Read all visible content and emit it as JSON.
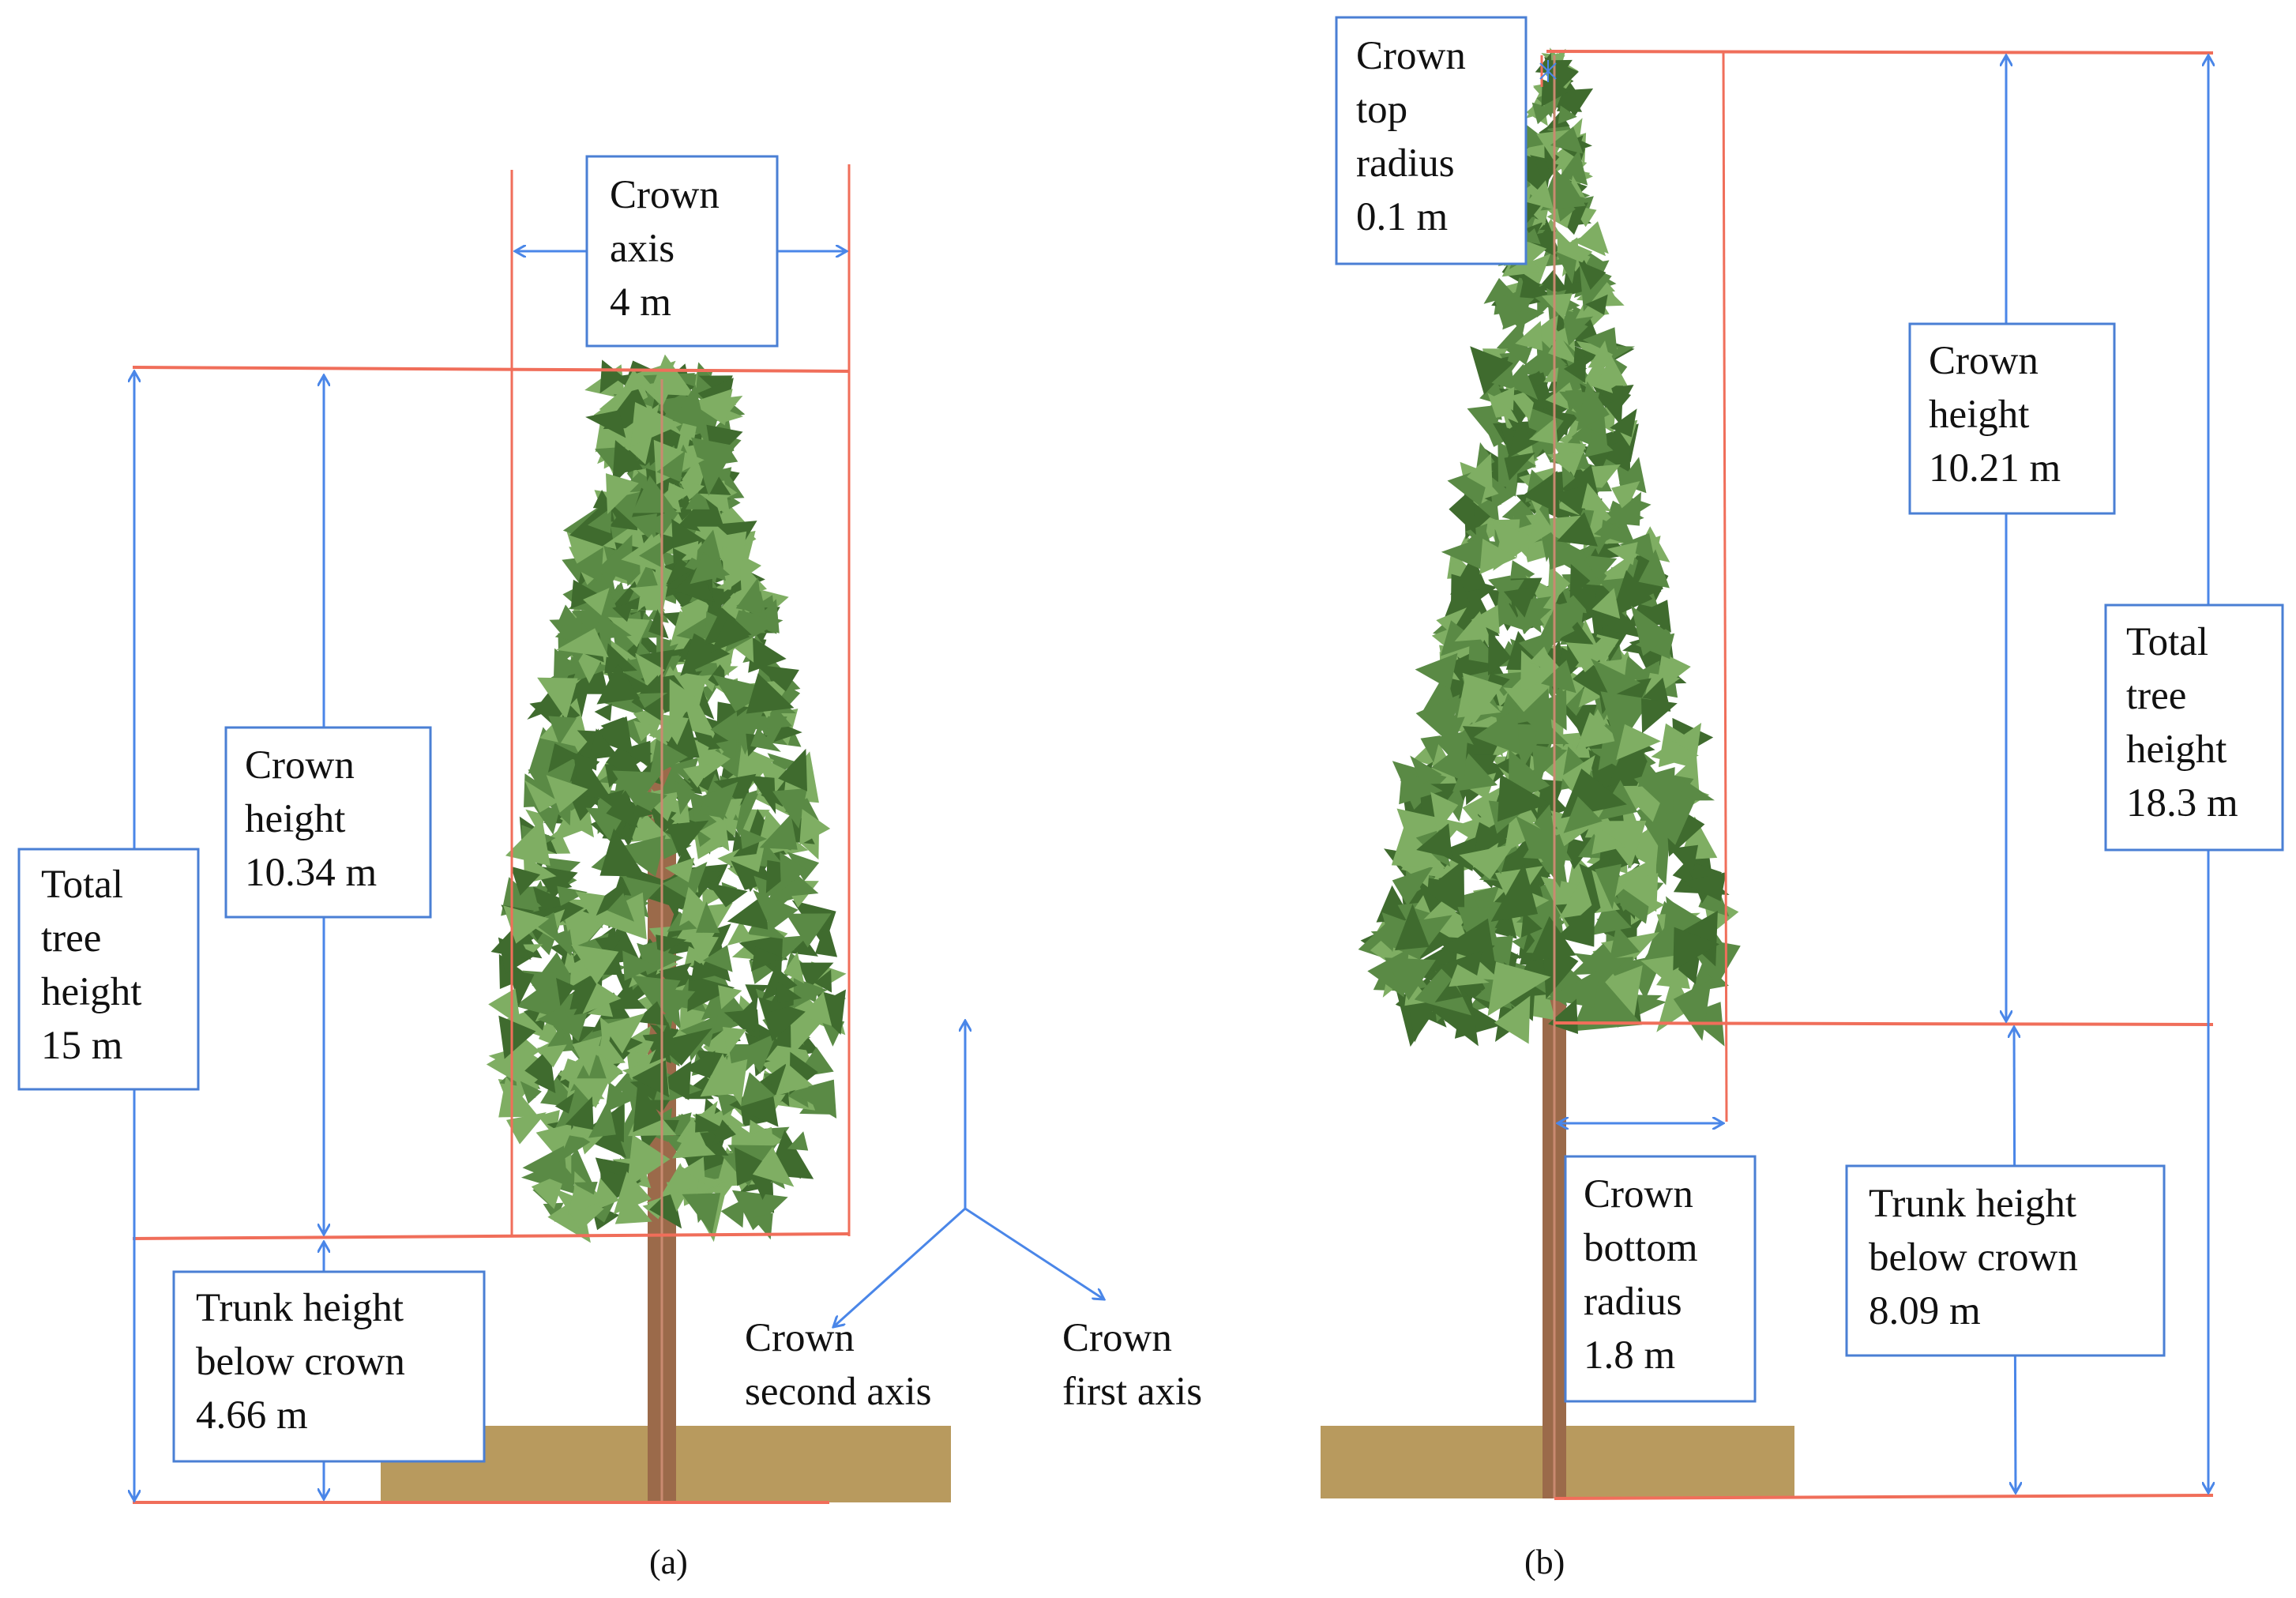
{
  "panel_a": {
    "caption": "(a)",
    "crown_axis": [
      "Crown",
      "axis",
      "4 m"
    ],
    "crown_height": [
      "Crown",
      "height",
      "10.34 m"
    ],
    "total_height": [
      "Total",
      "tree",
      "height",
      "15 m"
    ],
    "trunk_height": [
      "Trunk height",
      "below crown",
      "4.66 m"
    ],
    "second_axis": [
      "Crown",
      "second axis"
    ],
    "first_axis": [
      "Crown",
      "first axis"
    ]
  },
  "panel_b": {
    "caption": "(b)",
    "top_radius": [
      "Crown",
      "top",
      "radius",
      "0.1 m"
    ],
    "crown_height": [
      "Crown",
      "height",
      "10.21 m"
    ],
    "total_height": [
      "Total",
      "tree",
      "height",
      "18.3 m"
    ],
    "bottom_radius": [
      "Crown",
      "bottom",
      "radius",
      "1.8 m"
    ],
    "trunk_height": [
      "Trunk height",
      "below crown",
      "8.09 m"
    ]
  },
  "colors": {
    "foliage_dark": "#3f6b2e",
    "foliage_mid": "#5a8a45",
    "foliage_light": "#7fae63",
    "trunk": "#9b6a4a",
    "ground": "#b89a5e",
    "boundary_line": "#f06e5a",
    "dimension_arrow": "#4a86e8"
  }
}
